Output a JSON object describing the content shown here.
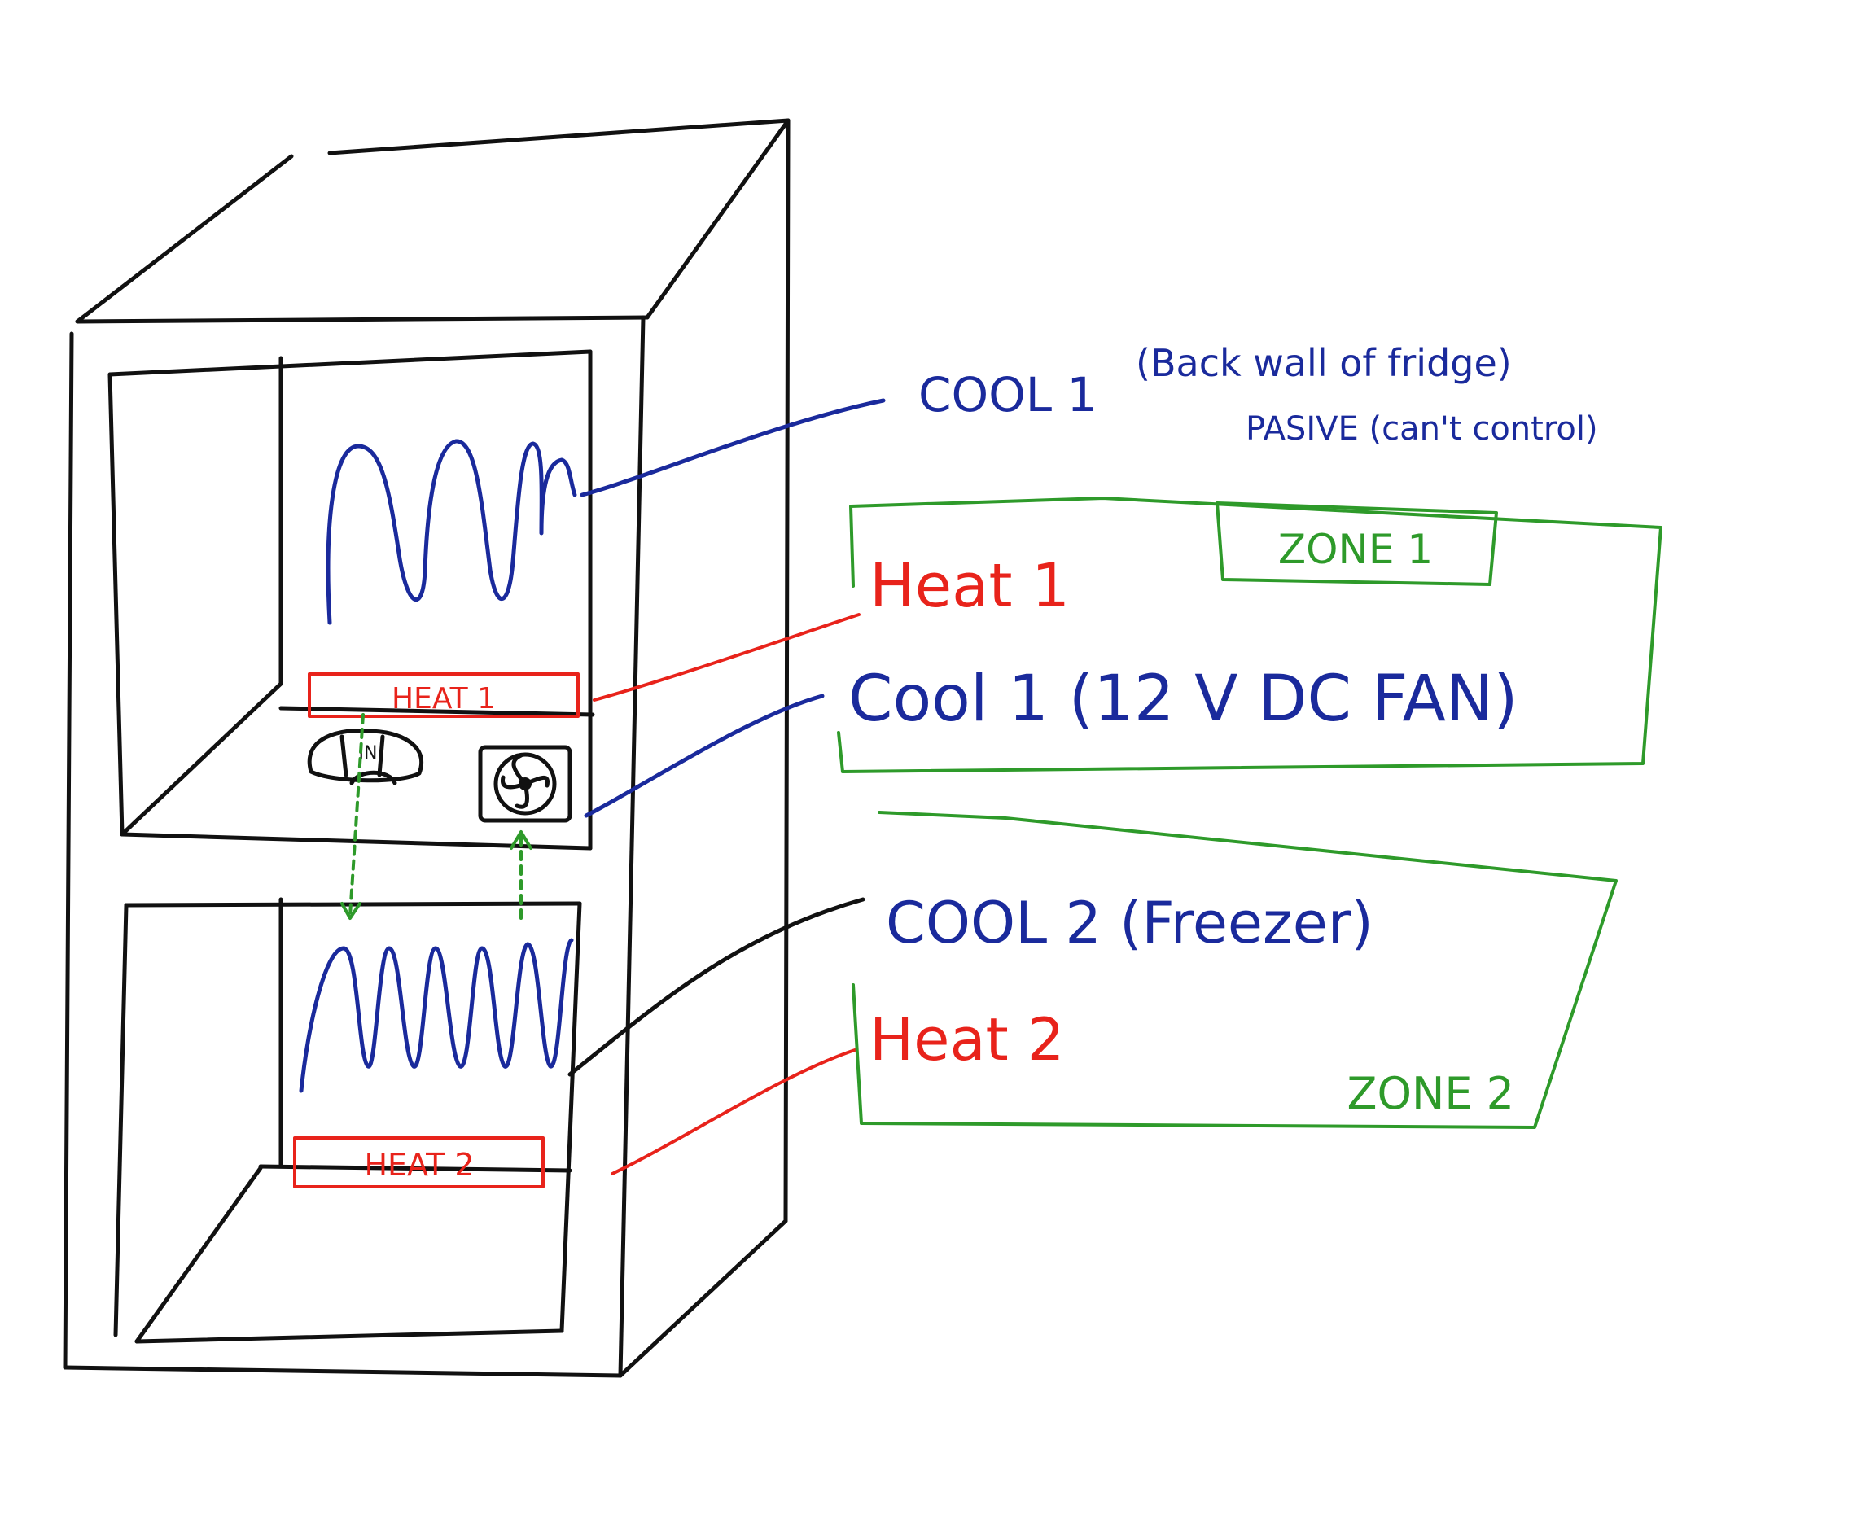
{
  "colors": {
    "cabinet": "#111111",
    "cool": "#1a2a9c",
    "heat": "#e8231b",
    "zone": "#2e9a2a"
  },
  "labels": {
    "cool_passive": "COOL 1",
    "cool_passive_note_line1": "(Back wall of fridge)",
    "cool_passive_note_line2": "PASIVE (can't control)",
    "zone1": "ZONE 1",
    "heat1": "Heat 1",
    "cool1": "Cool 1 (12 V DC FAN)",
    "cool2": "COOL 2 (Freezer)",
    "heat2": "Heat 2",
    "zone2": "ZONE 2",
    "heat1_element": "HEAT 1",
    "heat2_element": "HEAT 2",
    "vent_text": "IN"
  },
  "icons": {
    "vent": "vent-icon",
    "fan": "fan-icon"
  }
}
